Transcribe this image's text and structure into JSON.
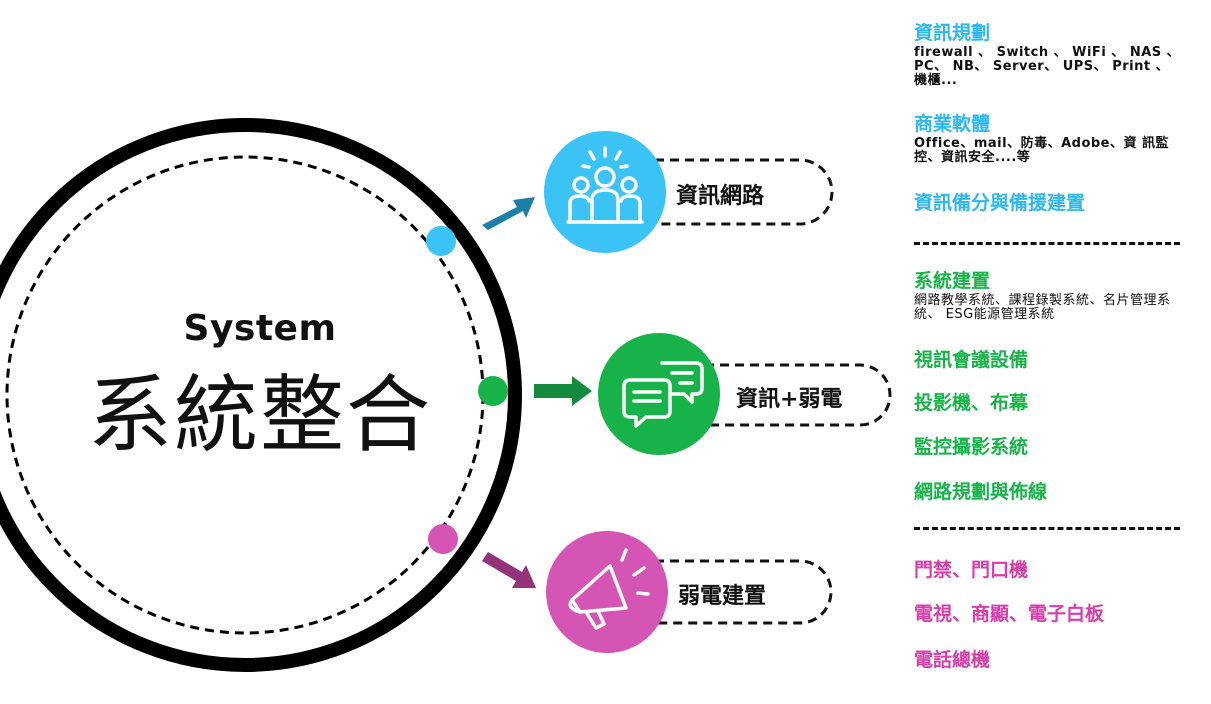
{
  "center": {
    "title_en": "System",
    "title_zh": "系統整合"
  },
  "colors": {
    "blue": "#3cc3f5",
    "green": "#18b24b",
    "pink": "#d455b3",
    "arrow_blue": "#1b7fa8",
    "arrow_green": "#138a3d",
    "arrow_pink": "#93337a"
  },
  "nodes": [
    {
      "label": "資訊網路",
      "icon": "team-icon"
    },
    {
      "label": "資訊+弱電",
      "icon": "chat-bubbles-icon"
    },
    {
      "label": "弱電建置",
      "icon": "megaphone-icon"
    }
  ],
  "sections": {
    "network": {
      "items": [
        {
          "title": "資訊規劃",
          "desc": "firewall 、 Switch 、 WiFi 、 NAS 、 PC、 NB、 Server、 UPS、 Print 、 機櫃..."
        },
        {
          "title": "商業軟體",
          "desc": "Office、mail、防毒、Adobe、資 訊監控、資訊安全....等"
        },
        {
          "title": "資訊備分與備援建置",
          "desc": ""
        }
      ]
    },
    "systems": {
      "title": "系統建置",
      "desc": "網路教學系統、課程錄製系統、名片管理系統、 ESG能源管理系統",
      "items": [
        "視訊會議設備",
        "投影機、布幕",
        "監控攝影系統",
        "網路規劃與佈線"
      ]
    },
    "weak": {
      "items": [
        "門禁、門口機",
        "電視、商顯、電子白板",
        "電話總機"
      ]
    }
  }
}
